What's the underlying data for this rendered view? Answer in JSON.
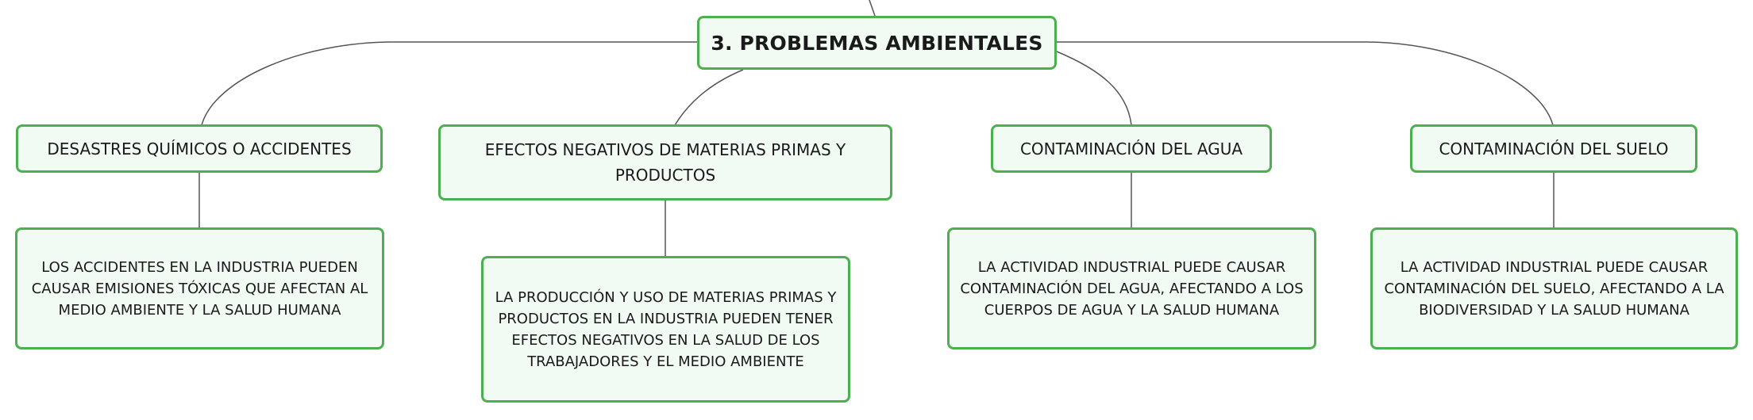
{
  "root": {
    "label": "3. PROBLEMAS AMBIENTALES"
  },
  "topics": [
    {
      "label": "DESASTRES QUÍMICOS O ACCIDENTES",
      "detail": "LOS ACCIDENTES EN LA INDUSTRIA PUEDEN CAUSAR EMISIONES TÓXICAS QUE AFECTAN AL MEDIO AMBIENTE Y LA SALUD HUMANA"
    },
    {
      "label": "EFECTOS NEGATIVOS DE MATERIAS PRIMAS Y PRODUCTOS",
      "detail": "LA PRODUCCIÓN Y USO DE MATERIAS PRIMAS Y PRODUCTOS EN LA INDUSTRIA PUEDEN TENER EFECTOS NEGATIVOS EN LA SALUD DE LOS TRABAJADORES Y EL MEDIO AMBIENTE"
    },
    {
      "label": "CONTAMINACIÓN DEL AGUA",
      "detail": "LA ACTIVIDAD INDUSTRIAL PUEDE CAUSAR CONTAMINACIÓN DEL AGUA, AFECTANDO A LOS CUERPOS DE AGUA Y LA SALUD HUMANA"
    },
    {
      "label": "CONTAMINACIÓN DEL SUELO",
      "detail": "LA ACTIVIDAD INDUSTRIAL PUEDE CAUSAR CONTAMINACIÓN DEL SUELO, AFECTANDO A LA BIODIVERSIDAD Y LA SALUD HUMANA"
    }
  ],
  "colors": {
    "node_border": "#4caf50",
    "node_fill": "#f2faf4",
    "connector": "#555555",
    "text": "#1a1a1a"
  }
}
